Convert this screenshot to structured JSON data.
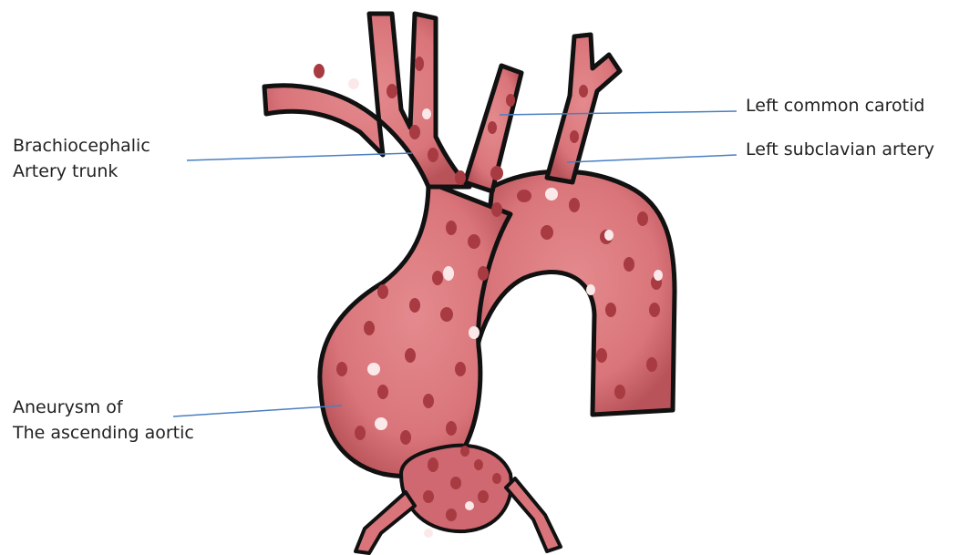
{
  "labels": {
    "left_common_carotid": "Left common carotid",
    "left_subclavian_artery": "Left subclavian artery",
    "brachiocephalic_line1": "Brachiocephalic",
    "brachiocephalic_line2": "Artery trunk",
    "aneurysm_line1": "Aneurysm of",
    "aneurysm_line2": "The ascending aortic"
  },
  "colors": {
    "vessel_fill": "#d9757a",
    "vessel_shade": "#b8535a",
    "vessel_outline": "#111111",
    "spot_dark": "#a83a42",
    "spot_light": "#fbe9ea",
    "leader_line": "#4a7fc1",
    "background": "#ffffff"
  }
}
